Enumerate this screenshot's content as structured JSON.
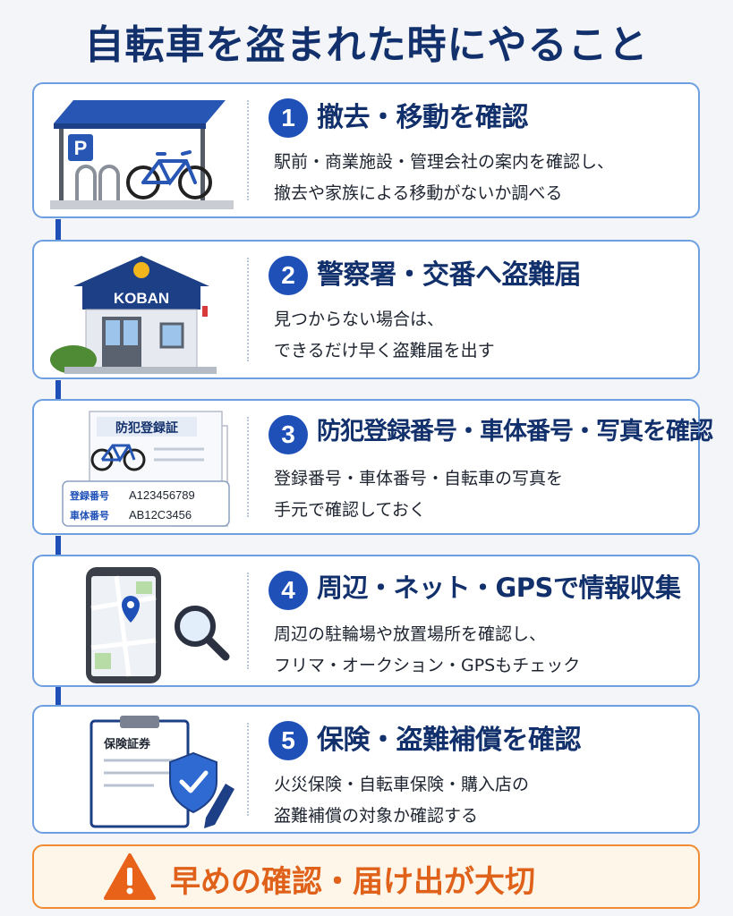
{
  "title": "自転車を盗まれた時にやること",
  "steps": [
    {
      "num": "1",
      "heading": "撤去・移動を確認",
      "lines": [
        "駅前・商業施設・管理会社の案内を確認し、",
        "撤去や家族による移動がないか調べる"
      ],
      "illustration": {
        "parking_sign": "P"
      }
    },
    {
      "num": "2",
      "heading": "警察署・交番へ盗難届",
      "lines": [
        "見つからない場合は、",
        "できるだけ早く盗難届を出す"
      ],
      "illustration": {
        "building_sign": "KOBAN"
      }
    },
    {
      "num": "3",
      "heading": "防犯登録番号・車体番号・写真を確認",
      "lines": [
        "登録番号・車体番号・自転車の写真を",
        "手元で確認しておく"
      ],
      "illustration": {
        "card_title": "防犯登録証",
        "reg_label": "登録番号",
        "reg_value": "A123456789",
        "frame_label": "車体番号",
        "frame_value": "AB12C3456"
      }
    },
    {
      "num": "4",
      "heading": "周辺・ネット・GPSで情報収集",
      "lines": [
        "周辺の駐輪場や放置場所を確認し、",
        "フリマ・オークション・GPSもチェック"
      ],
      "illustration": {}
    },
    {
      "num": "5",
      "heading": "保険・盗難補償を確認",
      "lines": [
        "火災保険・自転車保険・購入店の",
        "盗難補償の対象か確認する"
      ],
      "illustration": {
        "doc_title": "保険証券"
      }
    }
  ],
  "footer": {
    "text": "早めの確認・届け出が大切"
  },
  "colors": {
    "navy": "#12306b",
    "accent": "#1e50b8",
    "border": "#6e9fe0",
    "warning": "#e0621a"
  }
}
